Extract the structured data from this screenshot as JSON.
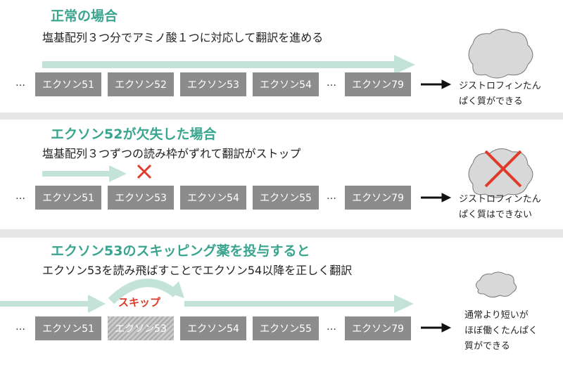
{
  "sections": [
    {
      "title": "正常の場合",
      "subtitle": "塩基配列３つ分でアミノ酸１つに対応して翻訳を進める",
      "exons": [
        "エクソン51",
        "エクソン52",
        "エクソン53",
        "エクソン54",
        "エクソン79"
      ],
      "ellipsis": "…",
      "result_lines": [
        "ジストロフィンたん",
        "ぱく質ができる"
      ]
    },
    {
      "title": "エクソン52が欠失した場合",
      "subtitle": "塩基配列３つずつの読み枠がずれて翻訳がストップ",
      "exons": [
        "エクソン51",
        "エクソン53",
        "エクソン54",
        "エクソン55",
        "エクソン79"
      ],
      "ellipsis": "…",
      "result_lines": [
        "ジストロフィンたん",
        "ぱく質はできない"
      ]
    },
    {
      "title": "エクソン53のスキッピング薬を投与すると",
      "subtitle": "エクソン53を読み飛ばすことでエクソン54以降を正しく翻訳",
      "exons": [
        "エクソン51",
        "エクソン53",
        "エクソン54",
        "エクソン55",
        "エクソン79"
      ],
      "ellipsis": "…",
      "skip_label": "スキップ",
      "result_lines": [
        "通常より短いが",
        "ほぼ働くたんぱく",
        "質ができる"
      ]
    }
  ],
  "colors": {
    "accent": "#3aa58f",
    "arrow": "#bfe0d5",
    "exon": "#8c8c8c",
    "cross": "#e03a2a"
  }
}
